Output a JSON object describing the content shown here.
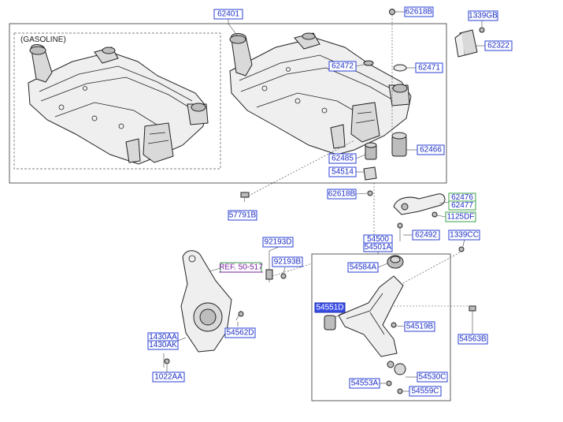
{
  "caption": "(GASOLINE)",
  "labels": {
    "p62401": "62401",
    "p62618B_top": "62618B",
    "p1339GB": "1339GB",
    "p62322": "62322",
    "p62472": "62472",
    "p62471": "62471",
    "p62466": "62466",
    "p62485": "62485",
    "p54514": "54514",
    "p62618B_mid": "62618B",
    "p62476": "62476",
    "p62477": "62477",
    "p1125DF": "1125DF",
    "p57791B": "57791B",
    "p62492": "62492",
    "p92193D": "92193D",
    "p92193B": "92193B",
    "p54500": "54500",
    "p54501A": "54501A",
    "p1339CC": "1339CC",
    "ref": "REF. 50-517",
    "p54584A": "54584A",
    "p54551D": "54551D",
    "p54519B": "54519B",
    "p54563B": "54563B",
    "p1430AA": "1430AA",
    "p1430AK": "1430AK",
    "p54562D": "54562D",
    "p1022AA": "1022AA",
    "p54530C": "54530C",
    "p54553A": "54553A",
    "p54559C": "54559C"
  }
}
